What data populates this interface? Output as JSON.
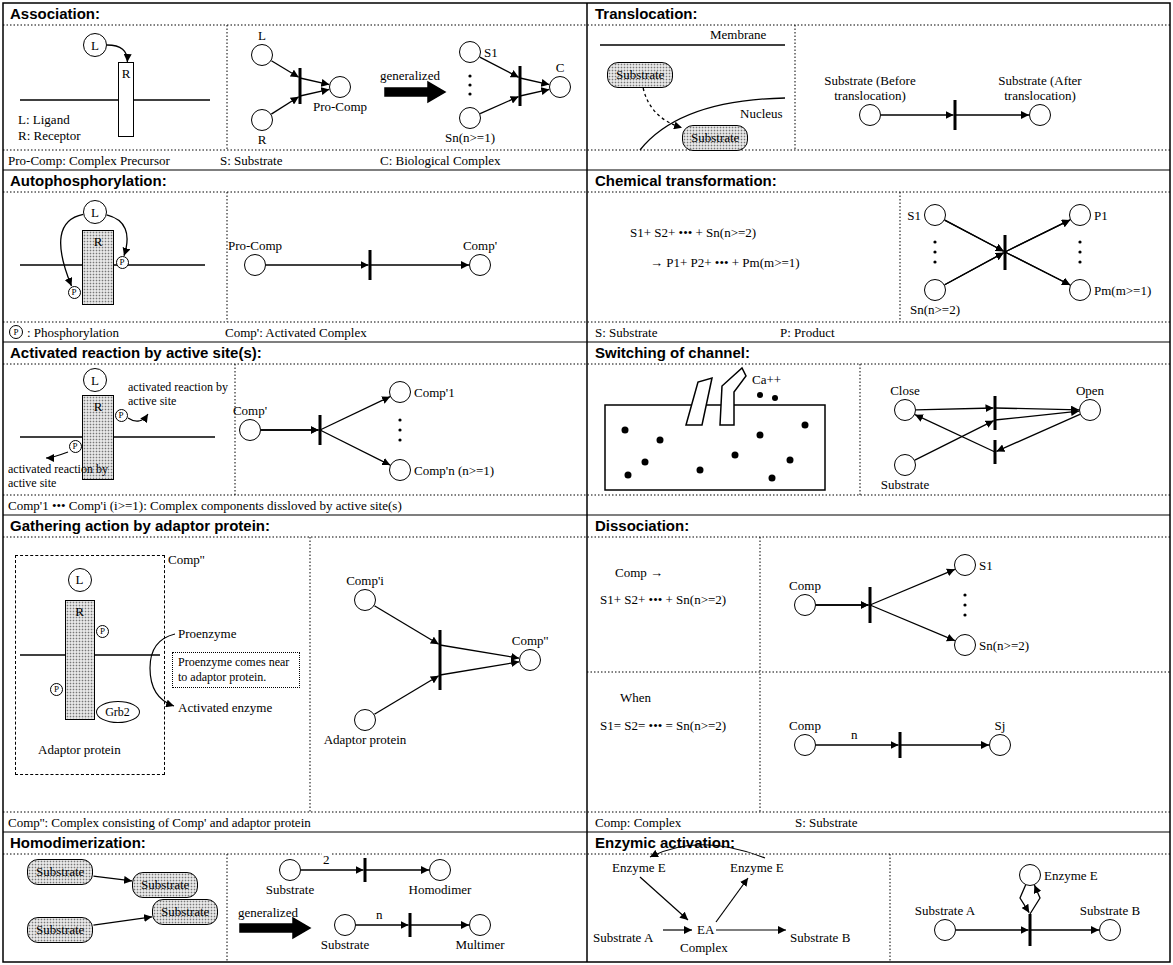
{
  "diagram": {
    "nodes": [
      {
        "text": [
          "L"
        ]
      },
      {
        "text": [
          "R"
        ]
      },
      {
        "text": [
          "L"
        ]
      },
      {
        "text": [
          "R"
        ]
      },
      {
        "text": [
          "Pro-Comp"
        ]
      },
      {
        "text": [
          "S1"
        ]
      },
      {
        "text": [
          "Sn(n>=1)"
        ]
      },
      {
        "text": [
          "C"
        ]
      },
      {
        "text": [
          "L"
        ]
      },
      {
        "text": [
          "R"
        ]
      },
      {
        "text": [
          "P"
        ]
      },
      {
        "text": [
          "P"
        ]
      },
      {
        "text": [
          "P"
        ]
      },
      {
        "text": [
          "Pro-Comp"
        ]
      },
      {
        "text": [
          "Comp'"
        ]
      },
      {
        "text": [
          "L"
        ]
      },
      {
        "text": [
          "R"
        ]
      },
      {
        "text": [
          "P"
        ]
      },
      {
        "text": [
          "P"
        ]
      },
      {
        "text": [
          "Comp'"
        ]
      },
      {
        "text": [
          "Comp'1"
        ]
      },
      {
        "text": [
          "Comp'n (n>=1)"
        ]
      },
      {
        "text": [
          "Comp''"
        ]
      },
      {
        "text": [
          "L"
        ],
        "in": 22
      },
      {
        "text": [
          "R"
        ],
        "in": 22
      },
      {
        "text": [
          "P"
        ],
        "in": 22
      },
      {
        "text": [
          "P"
        ],
        "in": 22
      },
      {
        "text": [
          "Grb2"
        ],
        "in": 22
      },
      {
        "text": [
          "Proenzyme comes near to adaptor protein."
        ]
      },
      {
        "text": [
          "Comp'i"
        ]
      },
      {
        "text": [
          "Adaptor protein"
        ]
      },
      {
        "text": [
          "Comp''"
        ]
      },
      {
        "text": [
          "Substrate"
        ]
      },
      {
        "text": [
          "Substrate"
        ]
      },
      {
        "text": [
          "Substrate"
        ]
      },
      {
        "text": [
          "Substrate"
        ]
      },
      {
        "text": [
          "Substrate"
        ]
      },
      {
        "text": [
          "Homodimer"
        ]
      },
      {
        "text": [
          "Substrate"
        ]
      },
      {
        "text": [
          "Multimer"
        ]
      },
      {
        "text": [
          "Substrate"
        ]
      },
      {
        "text": [
          "Substrate"
        ]
      },
      {
        "text": [
          "Substrate (Before translocation)"
        ]
      },
      {
        "text": [
          "Substrate (After translocation)"
        ]
      },
      {
        "text": [
          "S1"
        ]
      },
      {
        "text": [
          "Sn(n>=2)"
        ]
      },
      {
        "text": [
          "P1"
        ]
      },
      {
        "text": [
          "Pm(m>=1)"
        ]
      },
      {
        "text": [
          "Close"
        ]
      },
      {
        "text": [
          "Open"
        ]
      },
      {
        "text": [
          "Substrate"
        ]
      },
      {
        "text": [
          "Comp"
        ]
      },
      {
        "text": [
          "S1"
        ]
      },
      {
        "text": [
          "Sn(n>=2)"
        ]
      },
      {
        "text": [
          "Comp"
        ]
      },
      {
        "text": [
          "Sj"
        ]
      },
      {
        "text": [
          "Enzyme E"
        ]
      },
      {
        "text": [
          "Substrate A"
        ]
      },
      {
        "text": [
          "Substrate B"
        ]
      }
    ],
    "edges": [
      {
        "from": 0,
        "to": 1,
        "arrow": "to"
      },
      {
        "from": 2,
        "to": 4,
        "arrow": "to"
      },
      {
        "from": 3,
        "to": 4,
        "arrow": "to"
      },
      {
        "from": 5,
        "to": 7,
        "arrow": "to"
      },
      {
        "from": 6,
        "to": 7,
        "arrow": "to"
      },
      {
        "from": 8,
        "to": 10,
        "arrow": "to"
      },
      {
        "from": 8,
        "to": 11,
        "arrow": "to"
      },
      {
        "from": 13,
        "to": 14,
        "arrow": "to"
      },
      {
        "from": 19,
        "to": 20,
        "arrow": "to"
      },
      {
        "from": 19,
        "to": 21,
        "arrow": "to"
      },
      {
        "from": 29,
        "to": 31,
        "arrow": "to"
      },
      {
        "from": 30,
        "to": 31,
        "arrow": "to"
      },
      {
        "from": 32,
        "to": 34,
        "arrow": "to"
      },
      {
        "from": 33,
        "to": 35,
        "arrow": "to"
      },
      {
        "from": 36,
        "to": 37,
        "arrow": "to",
        "label": "2"
      },
      {
        "from": 38,
        "to": 39,
        "arrow": "to",
        "label": "n"
      },
      {
        "from": 40,
        "to": 41,
        "arrow": "to"
      },
      {
        "from": 42,
        "to": 43,
        "arrow": "to"
      },
      {
        "from": 44,
        "to": 46,
        "arrow": "to"
      },
      {
        "from": 44,
        "to": 47,
        "arrow": "to"
      },
      {
        "from": 45,
        "to": 46,
        "arrow": "to"
      },
      {
        "from": 45,
        "to": 47,
        "arrow": "to"
      },
      {
        "from": 48,
        "to": 49,
        "arrow": "to"
      },
      {
        "from": 50,
        "to": 49,
        "arrow": "to"
      },
      {
        "from": 49,
        "to": 48,
        "arrow": "to"
      },
      {
        "from": 51,
        "to": 52,
        "arrow": "to"
      },
      {
        "from": 51,
        "to": 53,
        "arrow": "to"
      },
      {
        "from": 54,
        "to": 55,
        "arrow": "to",
        "label": "n"
      },
      {
        "from": 57,
        "to": 58,
        "arrow": "to"
      },
      {
        "from": 56,
        "to": 56,
        "arrow": "to"
      }
    ],
    "labels": [
      "Association:",
      "L: Ligand",
      "R: Receptor",
      "generalized",
      "Pro-Comp: Complex Precursor",
      "S: Substrate",
      "C: Biological Complex",
      "Translocation:",
      "Membrane",
      "Nucleus",
      "Autophosphorylation:",
      ": Phosphorylation",
      "Comp': Activated Complex",
      "Chemical transformation:",
      "S1+ S2+ ••• + Sn(n>=2)",
      "→ P1+ P2+ ••• + Pm(m>=1)",
      "S: Substrate",
      "P: Product",
      "Activated reaction by active site(s):",
      "activated reaction by active site",
      "activated reaction by active site",
      "Comp'1 ••• Comp'i (i>=1): Complex components dissloved by active site(s)",
      "Switching of channel:",
      "Ca++",
      "Gathering action by adaptor protein:",
      "Adaptor protein",
      "Proenzyme",
      "Activated enzyme",
      "Comp'': Complex consisting of Comp' and adaptor protein",
      "Dissociation:",
      "Comp →",
      "S1+ S2+ ••• + Sn(n>=2)",
      "When",
      "S1= S2= ••• = Sn(n>=2)",
      "Comp: Complex",
      "S: Substrate",
      "Homodimerization:",
      "generalized",
      "Enzymic activation:",
      "Enzyme E",
      "Enzyme E",
      "Substrate A",
      "EA",
      "Complex",
      "Substrate B"
    ]
  }
}
